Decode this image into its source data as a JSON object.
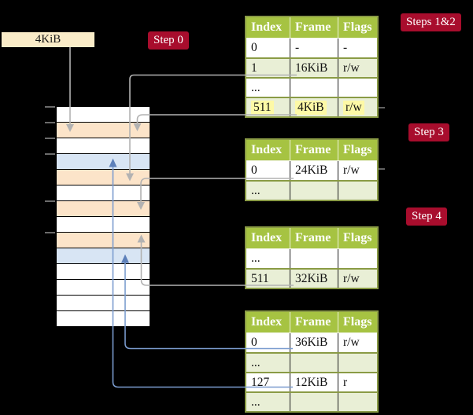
{
  "page_size_box": {
    "label": "4KiB"
  },
  "step_labels": {
    "step0": "Step 0",
    "steps12": "Steps 1&2",
    "step3": "Step 3",
    "step4": "Step 4"
  },
  "tables": [
    {
      "name": "page-table-steps-1-2",
      "headers": [
        "Index",
        "Frame",
        "Flags"
      ],
      "rows": [
        {
          "index": "0",
          "frame": "-",
          "flags": "-"
        },
        {
          "index": "1",
          "frame": "16KiB",
          "flags": "r/w"
        },
        {
          "index": "...",
          "frame": "",
          "flags": ""
        },
        {
          "index": "511",
          "frame": "4KiB",
          "flags": "r/w",
          "highlight": "yes"
        }
      ]
    },
    {
      "name": "page-table-step-3",
      "headers": [
        "Index",
        "Frame",
        "Flags"
      ],
      "rows": [
        {
          "index": "0",
          "frame": "24KiB",
          "flags": "r/w"
        },
        {
          "index": "...",
          "frame": "",
          "flags": ""
        }
      ]
    },
    {
      "name": "page-table-step-4",
      "headers": [
        "Index",
        "Frame",
        "Flags"
      ],
      "rows": [
        {
          "index": "...",
          "frame": "",
          "flags": ""
        },
        {
          "index": "511",
          "frame": "32KiB",
          "flags": "r/w"
        }
      ]
    },
    {
      "name": "page-table-bottom",
      "headers": [
        "Index",
        "Frame",
        "Flags"
      ],
      "rows": [
        {
          "index": "0",
          "frame": "36KiB",
          "flags": "r/w"
        },
        {
          "index": "...",
          "frame": "",
          "flags": ""
        },
        {
          "index": "127",
          "frame": "12KiB",
          "flags": "r"
        },
        {
          "index": "...",
          "frame": "",
          "flags": ""
        }
      ]
    }
  ],
  "memory_stack": {
    "rows": [
      {
        "color": "white"
      },
      {
        "color": "peach"
      },
      {
        "color": "white"
      },
      {
        "color": "blue"
      },
      {
        "color": "peach"
      },
      {
        "color": "white"
      },
      {
        "color": "peach"
      },
      {
        "color": "white"
      },
      {
        "color": "peach"
      },
      {
        "color": "blue"
      },
      {
        "color": "white"
      },
      {
        "color": "white"
      },
      {
        "color": "white"
      },
      {
        "color": "white"
      }
    ]
  },
  "arrows": [
    {
      "from": "page-size-box",
      "to": "memory-row-2",
      "color": "gray"
    },
    {
      "from": "table1-row-1-16KiB",
      "to": "memory-row-5",
      "color": "gray"
    },
    {
      "from": "table1-row-511-4KiB",
      "to": "memory-row-2",
      "color": "gray"
    },
    {
      "from": "table2-row-0-24KiB",
      "to": "memory-row-7",
      "color": "gray"
    },
    {
      "from": "table3-row-511-32KiB",
      "to": "memory-row-9",
      "color": "gray"
    },
    {
      "from": "table4-row-0-36KiB",
      "to": "memory-row-10",
      "color": "blue"
    },
    {
      "from": "table4-row-127-12KiB",
      "to": "memory-row-4",
      "color": "blue"
    }
  ],
  "colors": {
    "background": "#000000",
    "header_green": "#a6c342",
    "row_green": "#e9efd6",
    "border_olive": "#8a9b45",
    "peach": "#fce4c9",
    "light_blue": "#d8e5f4",
    "cream_box": "#faecc8",
    "crimson_label": "#a80d2d",
    "highlight_yellow": "#fdf9a6",
    "arrow_gray": "#b2b2b2",
    "arrow_blue": "#7b9ccf"
  }
}
